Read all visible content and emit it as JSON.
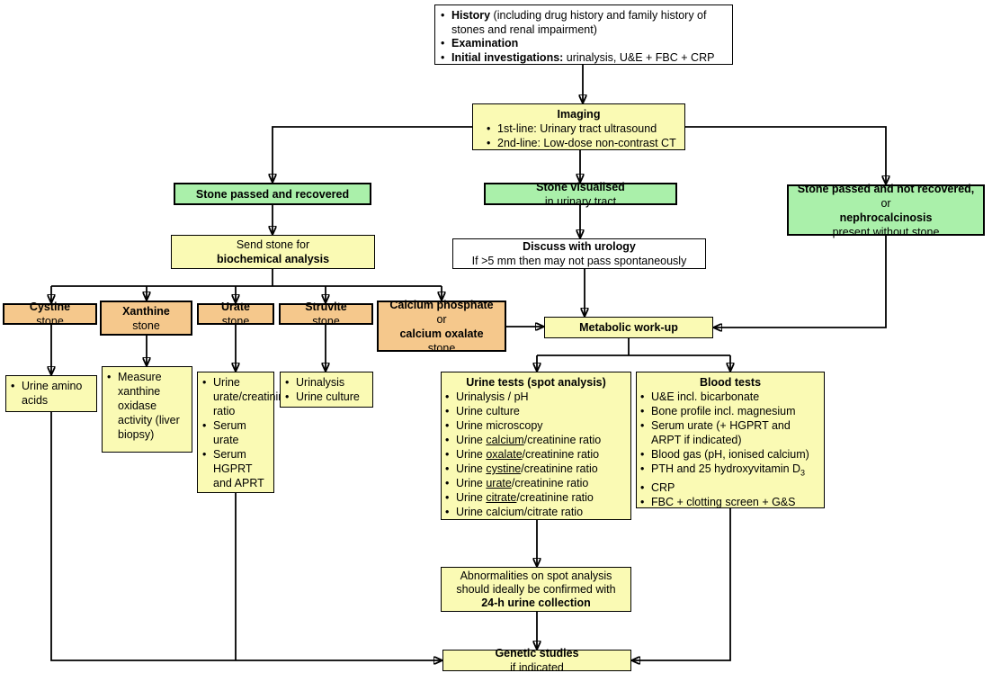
{
  "glyphs": {
    "bullet": "•"
  },
  "colors": {
    "yellow": "#fafab4",
    "green": "#aaf0aa",
    "tan": "#f5c88c",
    "border": "#000000",
    "background": "#ffffff"
  },
  "boxes": {
    "history": {
      "items": [
        [
          {
            "t": "History",
            "b": true
          },
          {
            "t": " (including drug history and family history of stones and renal impairment)"
          }
        ],
        [
          {
            "t": "Examination",
            "b": true
          }
        ],
        [
          {
            "t": "Initial investigations:",
            "b": true
          },
          {
            "t": " urinalysis, U&E + FBC + CRP"
          }
        ]
      ]
    },
    "imaging": {
      "title": [
        {
          "t": "Imaging",
          "b": true
        }
      ],
      "items": [
        [
          {
            "t": "1st-line: Urinary tract ultrasound"
          }
        ],
        [
          {
            "t": "2nd-line: Low-dose non-contrast CT"
          }
        ]
      ]
    },
    "stone_recovered": {
      "text": [
        {
          "t": "Stone passed and recovered",
          "b": true
        }
      ]
    },
    "stone_visualised": {
      "text": [
        {
          "t": "Stone visualised",
          "b": true
        },
        {
          "t": " in urinary tract"
        }
      ]
    },
    "stone_not_recovered": {
      "text": [
        {
          "t": "Stone passed and not recovered,",
          "b": true
        },
        {
          "t": " or "
        },
        {
          "t": "nephrocalcinosis",
          "b": true
        },
        {
          "t": " present without stone"
        }
      ]
    },
    "send_stone": {
      "text": [
        {
          "t": "Send stone for "
        },
        {
          "t": "biochemical analysis",
          "b": true
        }
      ]
    },
    "urology": {
      "line1": [
        {
          "t": "Discuss with urology",
          "b": true
        }
      ],
      "line2": [
        {
          "t": "If >5 mm then may not pass spontaneously"
        }
      ]
    },
    "cystine_stone": {
      "text": [
        {
          "t": "Cystine",
          "b": true
        },
        {
          "t": " stone"
        }
      ]
    },
    "xanthine_stone": {
      "text": [
        {
          "t": "Xanthine",
          "b": true
        },
        {
          "t": " stone"
        }
      ]
    },
    "urate_stone": {
      "text": [
        {
          "t": "Urate",
          "b": true
        },
        {
          "t": " stone"
        }
      ]
    },
    "struvite_stone": {
      "text": [
        {
          "t": "Struvite",
          "b": true
        },
        {
          "t": " stone"
        }
      ]
    },
    "calcium_stone": {
      "text": [
        {
          "t": "Calcium phosphate",
          "b": true
        },
        {
          "t": " or "
        },
        {
          "t": "calcium oxalate",
          "b": true
        },
        {
          "t": " stone"
        }
      ]
    },
    "metabolic": {
      "text": [
        {
          "t": "Metabolic work-up",
          "b": true
        }
      ]
    },
    "cystine_tests": {
      "items": [
        [
          {
            "t": "Urine amino acids"
          }
        ]
      ]
    },
    "xanthine_tests": {
      "items": [
        [
          {
            "t": "Measure xanthine oxidase activity (liver biopsy)"
          }
        ]
      ]
    },
    "urate_tests": {
      "items": [
        [
          {
            "t": "Urine urate/creatinine ratio"
          }
        ],
        [
          {
            "t": "Serum urate"
          }
        ],
        [
          {
            "t": "Serum HGPRT and APRT"
          }
        ]
      ]
    },
    "struvite_tests": {
      "items": [
        [
          {
            "t": "Urinalysis"
          }
        ],
        [
          {
            "t": "Urine culture"
          }
        ]
      ]
    },
    "urine_tests": {
      "title": [
        {
          "t": "Urine tests (spot analysis)",
          "b": true
        }
      ],
      "items": [
        [
          {
            "t": "Urinalysis / pH"
          }
        ],
        [
          {
            "t": "Urine culture"
          }
        ],
        [
          {
            "t": "Urine microscopy"
          }
        ],
        [
          {
            "t": "Urine "
          },
          {
            "t": "calcium",
            "u": true
          },
          {
            "t": "/creatinine ratio"
          }
        ],
        [
          {
            "t": "Urine "
          },
          {
            "t": "oxalate",
            "u": true
          },
          {
            "t": "/creatinine ratio"
          }
        ],
        [
          {
            "t": "Urine "
          },
          {
            "t": "cystine",
            "u": true
          },
          {
            "t": "/creatinine ratio"
          }
        ],
        [
          {
            "t": "Urine "
          },
          {
            "t": "urate",
            "u": true
          },
          {
            "t": "/creatinine ratio"
          }
        ],
        [
          {
            "t": "Urine "
          },
          {
            "t": "citrate",
            "u": true
          },
          {
            "t": "/creatinine ratio"
          }
        ],
        [
          {
            "t": "Urine calcium/citrate ratio"
          }
        ]
      ]
    },
    "blood_tests": {
      "title": [
        {
          "t": "Blood tests",
          "b": true
        }
      ],
      "items": [
        [
          {
            "t": "U&E incl. bicarbonate"
          }
        ],
        [
          {
            "t": "Bone profile incl. magnesium"
          }
        ],
        [
          {
            "t": "Serum urate (+ HGPRT and ARPT if indicated)"
          }
        ],
        [
          {
            "t": "Blood gas (pH, ionised calcium)"
          }
        ],
        [
          {
            "t": "PTH and 25 hydroxyvitamin D"
          },
          {
            "t": "3",
            "sub": true
          }
        ],
        [
          {
            "t": "CRP"
          }
        ],
        [
          {
            "t": "FBC + clotting screen + G&S"
          }
        ]
      ]
    },
    "abnormalities": {
      "text": [
        {
          "t": "Abnormalities on spot analysis should ideally be confirmed with "
        },
        {
          "t": "24-h urine collection",
          "b": true
        }
      ]
    },
    "genetic": {
      "text": [
        {
          "t": "Genetic studies",
          "b": true
        },
        {
          "t": " if indicated"
        }
      ]
    }
  }
}
